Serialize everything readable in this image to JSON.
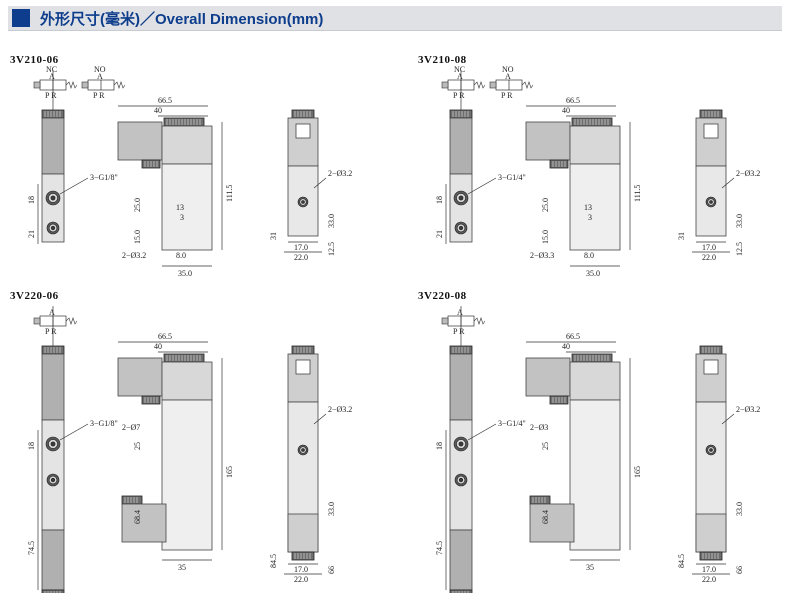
{
  "header": {
    "title": "外形尺寸(毫米)／Overall Dimension(mm)"
  },
  "models": [
    {
      "name": "3V210-06",
      "symbols": [
        {
          "top": "NC",
          "mid": "A",
          "bottom": "P R"
        },
        {
          "top": "NO",
          "mid": "A",
          "bottom": "P R"
        }
      ],
      "dims": {
        "w_total": "66.5",
        "w_body": "40",
        "height": "111.5",
        "port": "3−G1/8\"",
        "d1": "18",
        "d2": "21",
        "d3": "25.0",
        "d4": "15.0",
        "d5": "8.0",
        "d6": "35.0",
        "hole": "2−Ø3.2",
        "hole2": "2−Ø3.2",
        "s1": "31",
        "s2": "33.0",
        "s3": "12.5",
        "s4": "17.0",
        "s5": "22.0",
        "s6": "13",
        "s7": "3"
      }
    },
    {
      "name": "3V210-08",
      "symbols": [
        {
          "top": "NC",
          "mid": "A",
          "bottom": "P R"
        },
        {
          "top": "NO",
          "mid": "A",
          "bottom": "P R"
        }
      ],
      "dims": {
        "w_total": "66.5",
        "w_body": "40",
        "height": "111.5",
        "port": "3−G1/4\"",
        "d1": "18",
        "d2": "21",
        "d3": "25.0",
        "d4": "15.0",
        "d5": "8.0",
        "d6": "35.0",
        "hole": "2−Ø3.3",
        "hole2": "2−Ø3.2",
        "s1": "31",
        "s2": "33.0",
        "s3": "12.5",
        "s4": "17.0",
        "s5": "22.0",
        "s6": "13",
        "s7": "3"
      }
    },
    {
      "name": "3V220-06",
      "symbols": [
        {
          "top": "",
          "mid": "A",
          "bottom": "P R"
        }
      ],
      "dims": {
        "w_total": "66.5",
        "w_body": "40",
        "height": "165",
        "port": "3−G1/8\"",
        "d1": "18",
        "d2": "74.5",
        "d3": "25",
        "d4": "68.4",
        "d6": "35",
        "hole": "2−Ø7",
        "hole2": "2−Ø3.2",
        "s1": "84.5",
        "s2": "33.0",
        "s3": "66",
        "s4": "17.0",
        "s5": "22.0"
      }
    },
    {
      "name": "3V220-08",
      "symbols": [
        {
          "top": "",
          "mid": "A",
          "bottom": "P R"
        }
      ],
      "dims": {
        "w_total": "66.5",
        "w_body": "40",
        "height": "165",
        "port": "3−G1/4\"",
        "d1": "18",
        "d2": "74.5",
        "d3": "25",
        "d4": "68.4",
        "d6": "35",
        "hole": "2−Ø3",
        "hole2": "2−Ø3.2",
        "s1": "84.5",
        "s2": "33.0",
        "s3": "66",
        "s4": "17.0",
        "s5": "22.0"
      }
    }
  ]
}
